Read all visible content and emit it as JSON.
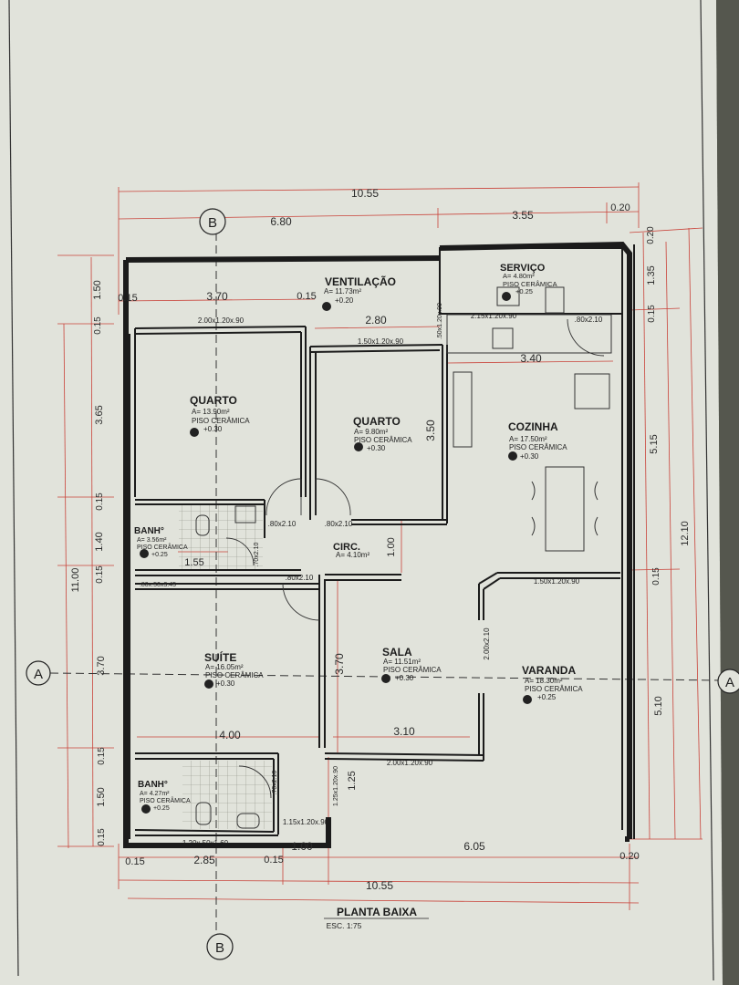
{
  "rooms": {
    "ventilacao": {
      "name": "VENTILAÇÃO",
      "area": "A= 11.73m²",
      "level": "+0.20"
    },
    "servico": {
      "name": "SERVIÇO",
      "area": "A= 4.80m²",
      "floor": "PISO CERÂMICA",
      "level": "+0.25"
    },
    "quarto1": {
      "name": "QUARTO",
      "area": "A= 13.90m²",
      "floor": "PISO CERÂMICA",
      "level": "+0.30"
    },
    "quarto2": {
      "name": "QUARTO",
      "area": "A= 9.80m²",
      "floor": "PISO CERÂMICA",
      "level": "+0.30"
    },
    "cozinha": {
      "name": "COZINHA",
      "area": "A= 17.50m²",
      "floor": "PISO CERÂMICA",
      "level": "+0.30"
    },
    "banh1": {
      "name": "BANH°",
      "area": "A= 3.56m²",
      "floor": "PISO CERÂMICA",
      "level": "+0.25"
    },
    "circ": {
      "name": "CIRC.",
      "area": "A= 4.10m²"
    },
    "suite": {
      "name": "SUÍTE",
      "area": "A= 16.05m²",
      "floor": "PISO CERÂMICA",
      "level": "+0.30"
    },
    "sala": {
      "name": "SALA",
      "area": "A= 11.51m²",
      "floor": "PISO CERÂMICA",
      "level": "+0.30"
    },
    "varanda": {
      "name": "VARANDA",
      "area": "A= 18.30m²",
      "floor": "PISO CERÂMICA",
      "level": "+0.25"
    },
    "banh2": {
      "name": "BANH°",
      "area": "A= 4.27m²",
      "floor": "PISO CERÂMICA",
      "level": "+0.25"
    }
  },
  "openings": {
    "w_quarto1": "2.00x1.20x.90",
    "w_quarto2": "1.50x1.20x.90",
    "w_servico_side": ".50x1.20x.90",
    "w_servico": "2.15x1.20x.90",
    "d_servico": ".80x2.10",
    "d_quarto1": ".80x2.10",
    "d_quarto2": ".80x2.10",
    "d_banh1": ".70x2.10",
    "w_banh1": ".80x.50x3.45",
    "d_suite": ".80x2.10",
    "w_cozinha": "1.50x1.20x.90",
    "d_varanda": "2.00x2.10",
    "w_sala": "2.00x1.20x.90",
    "w_sala_side": "1.25x1.20x.90",
    "d_banh2": ".70x2.10",
    "w_suite": "1.15x1.20x.90",
    "w_banh2": "1.20x.50x1.60"
  },
  "dims": {
    "top_total": "10.55",
    "top_left": "6.80",
    "top_right": "3.55",
    "top_wall": "0.20",
    "w015_a": "0.15",
    "w370": "3.70",
    "w015_b": "0.15",
    "w280": "2.80",
    "w340": "3.40",
    "h350": "3.50",
    "w155": "1.55",
    "h100": "1.00",
    "h370_sala": "3.70",
    "w400": "4.00",
    "w310": "3.10",
    "h125": "1.25",
    "bot_015_a": "0.15",
    "bot_285": "2.85",
    "bot_015_b": "0.15",
    "bot_100": "1.00",
    "bot_605": "6.05",
    "bot_020": "0.20",
    "bot_total": "10.55",
    "left_150": "1.50",
    "left_015_a": "0.15",
    "left_365": "3.65",
    "left_015_b": "0.15",
    "left_140": "1.40",
    "left_015_c": "0.15",
    "left_1100": "11.00",
    "left_370": "3.70",
    "left_015_d": "0.15",
    "left_150b": "1.50",
    "left_015_e": "0.15",
    "right_020": "0.20",
    "right_135": "1.35",
    "right_015_a": "0.15",
    "right_515": "5.15",
    "right_1210": "12.10",
    "right_015_b": "0.15",
    "right_510": "5.10"
  },
  "sections": {
    "a": "A",
    "b": "B"
  },
  "title": {
    "name": "PLANTA BAIXA",
    "scale": "ESC. 1:75"
  }
}
